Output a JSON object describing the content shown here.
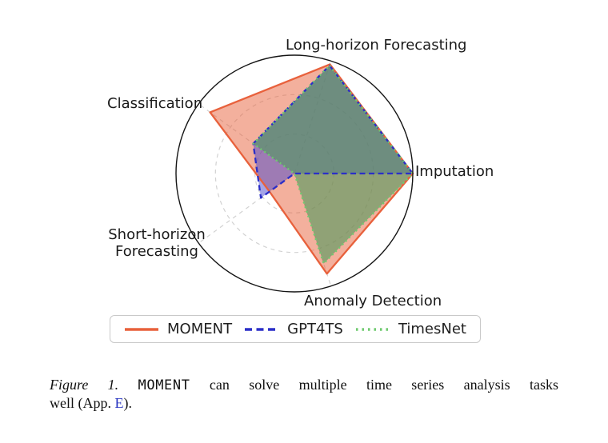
{
  "figure": {
    "caption": {
      "figure_label": "Figure 1.",
      "model_word": "MOMENT",
      "line1_rest": "can solve multiple time series analysis tasks",
      "line2_pre": "well (App. ",
      "link_text": "E",
      "line2_post": ")."
    }
  },
  "chart_data": {
    "type": "radar",
    "axes": [
      "Long-horizon Forecasting",
      "Imputation",
      "Anomaly Detection",
      "Short-horizon Forecasting",
      "Classification"
    ],
    "angles_deg": [
      72,
      0,
      288,
      216,
      144
    ],
    "rmax": 1.0,
    "grid": true,
    "grid_rings": [
      0.333,
      0.667,
      1.0
    ],
    "grid_color": "#d2d2d2",
    "outline_color": "#141414",
    "legend_position": "bottom",
    "series": [
      {
        "name": "MOMENT",
        "line_style": "solid",
        "color": "#E8613C",
        "fill_color": "#E8613C",
        "fill_opacity": 0.5,
        "values": [
          0.97,
          1.0,
          0.89,
          0.26,
          0.88
        ]
      },
      {
        "name": "GPT4TS",
        "line_style": "dashed",
        "color": "#2B2FC8",
        "fill_color": "#4040CC",
        "fill_opacity": 0.48,
        "values": [
          0.96,
          1.0,
          0.0,
          0.35,
          0.43
        ]
      },
      {
        "name": "TimesNet",
        "line_style": "dotted",
        "color": "#6FCA6F",
        "fill_color": "#4E9A5B",
        "fill_opacity": 0.6,
        "values": [
          0.96,
          1.0,
          0.8,
          0.0,
          0.43
        ]
      }
    ]
  }
}
